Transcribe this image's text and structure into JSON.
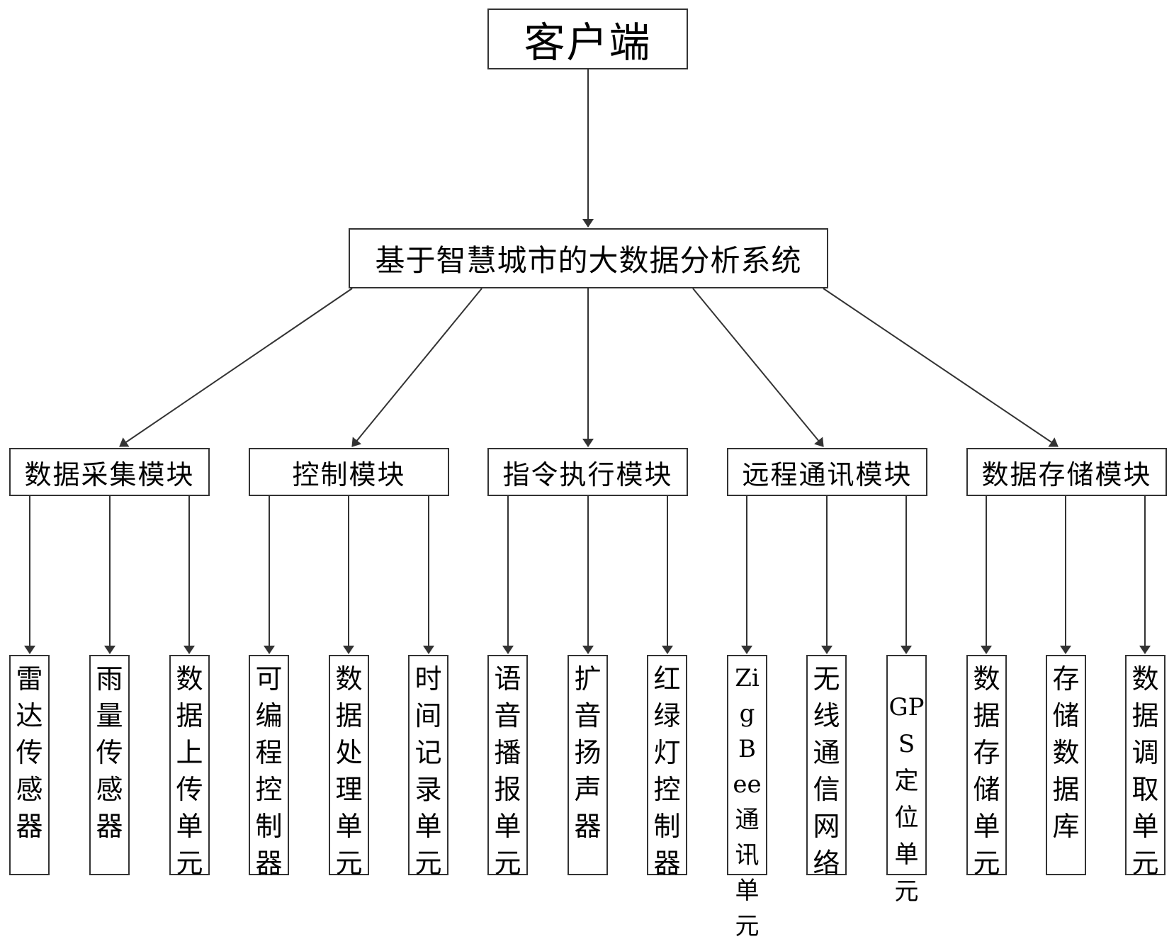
{
  "client": "客户端",
  "system": "基于智慧城市的大数据分析系统",
  "modules": [
    {
      "label": "数据采集模块",
      "children": [
        "雷达传感器",
        "雨量传感器",
        "数据上传单元"
      ]
    },
    {
      "label": "控制模块",
      "children": [
        "可编程控制器",
        "数据处理单元",
        "时间记录单元"
      ]
    },
    {
      "label": "指令执行模块",
      "children": [
        "语音播报单元",
        "扩音扬声器",
        "红绿灯控制器"
      ]
    },
    {
      "label": "远程通讯模块",
      "children": [
        "ZigBee通讯单元",
        "无线通信网络",
        "GPS定位单元"
      ]
    },
    {
      "label": "数据存储模块",
      "children": [
        "数据存储单元",
        "存储数据库",
        "数据调取单元"
      ]
    }
  ]
}
